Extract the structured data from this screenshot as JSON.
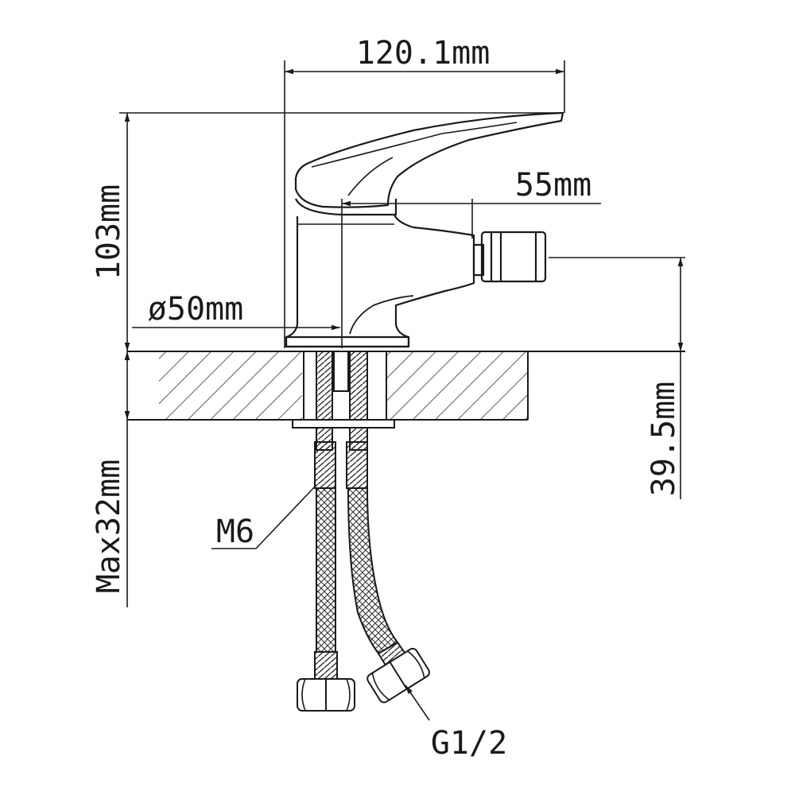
{
  "dimensions": {
    "width": "120.1mm",
    "height": "103mm",
    "reach": "55mm",
    "diameter": "ø50mm",
    "outlet_height": "39.5mm",
    "max_thickness": "Max32mm"
  },
  "callouts": {
    "thread": "M6",
    "connection": "G1/2"
  },
  "colors": {
    "line": "#1a1a1a",
    "background": "#ffffff"
  }
}
